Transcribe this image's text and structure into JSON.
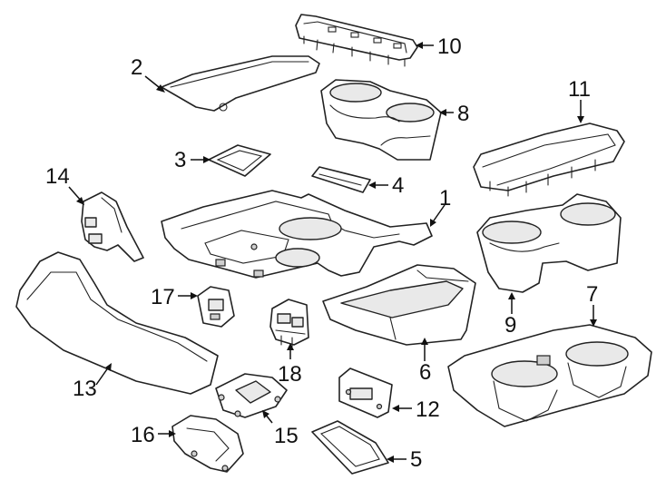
{
  "callouts": {
    "c1": "1",
    "c2": "2",
    "c3": "3",
    "c4": "4",
    "c5": "5",
    "c6": "6",
    "c7": "7",
    "c8": "8",
    "c9": "9",
    "c10": "10",
    "c11": "11",
    "c12": "12",
    "c13": "13",
    "c14": "14",
    "c15": "15",
    "c16": "16",
    "c17": "17",
    "c18": "18"
  }
}
